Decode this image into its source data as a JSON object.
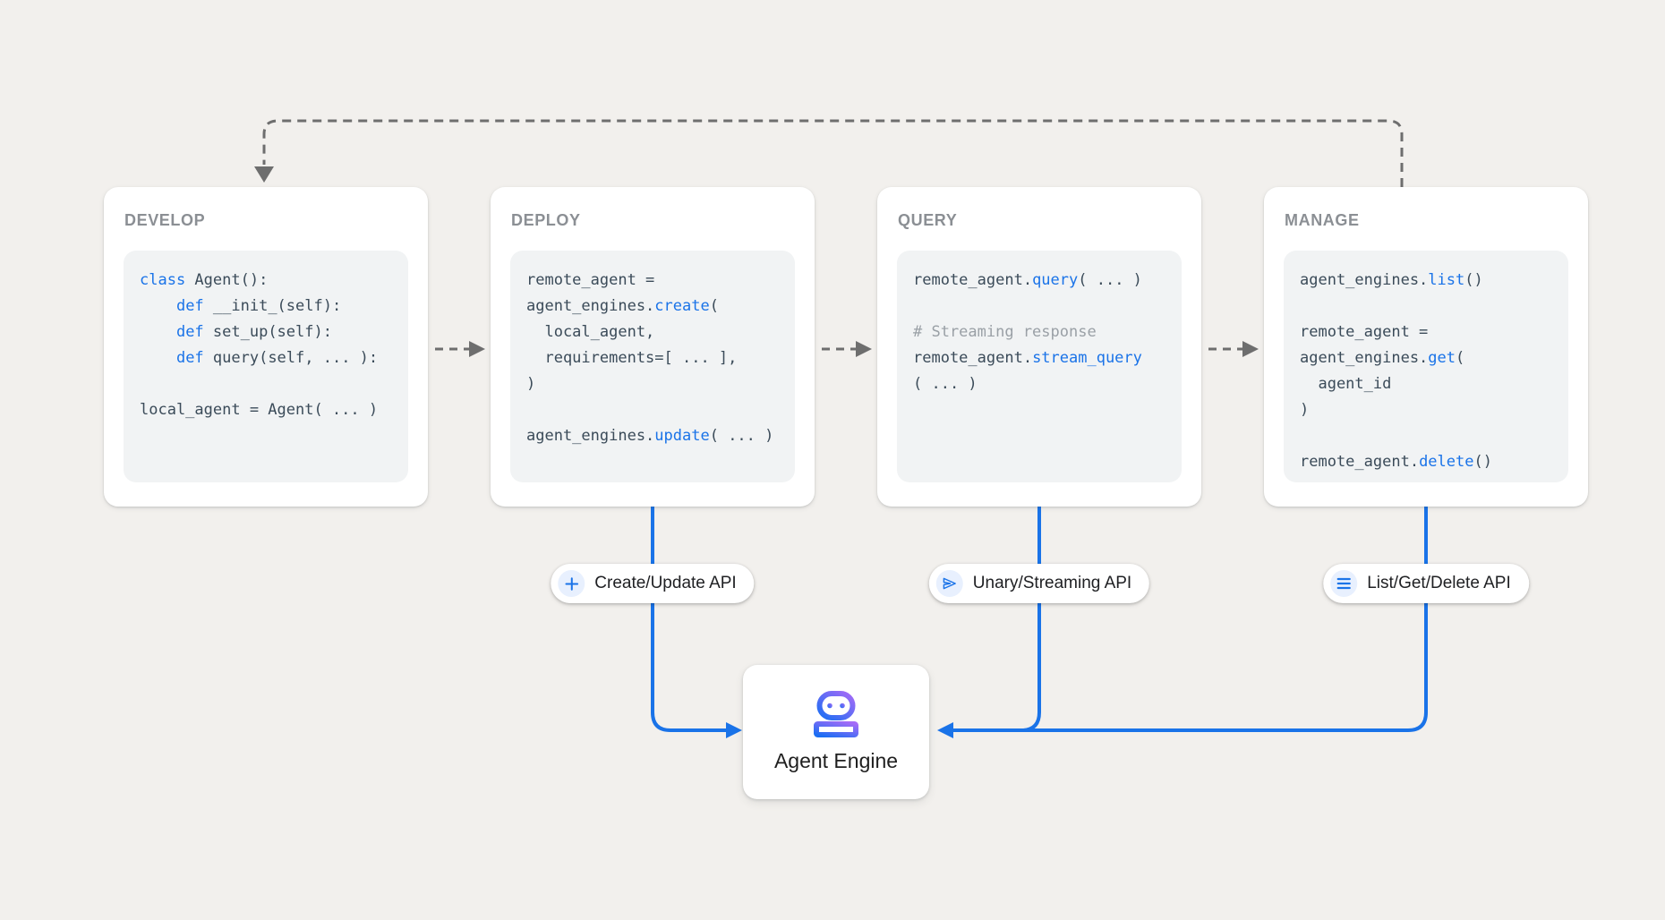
{
  "colors": {
    "background": "#F2F0ED",
    "accent_blue": "#1A73E8",
    "code_text": "#3B4B59",
    "comment_gray": "#9AA0A6",
    "title_gray": "#8B8F94",
    "dashed_gray": "#6E6E6E",
    "robot_gradient_start": "#A56BF7",
    "robot_gradient_end": "#1B6EF3",
    "code_block_bg": "#F1F3F4"
  },
  "cards": {
    "develop": {
      "title": "DEVELOP",
      "lines": [
        [
          [
            "kw",
            "class"
          ],
          [
            "pl",
            " Agent():"
          ]
        ],
        [
          [
            "pl",
            "    "
          ],
          [
            "kw",
            "def"
          ],
          [
            "pl",
            " __init_(self):"
          ]
        ],
        [
          [
            "pl",
            "    "
          ],
          [
            "kw",
            "def"
          ],
          [
            "pl",
            " set_up(self):"
          ]
        ],
        [
          [
            "pl",
            "    "
          ],
          [
            "kw",
            "def"
          ],
          [
            "pl",
            " query(self, ... ):"
          ]
        ],
        [],
        [
          [
            "pl",
            "local_agent = Agent( ... )"
          ]
        ]
      ]
    },
    "deploy": {
      "title": "DEPLOY",
      "lines": [
        [
          [
            "pl",
            "remote_agent ="
          ]
        ],
        [
          [
            "pl",
            "agent_engines."
          ],
          [
            "fn",
            "create"
          ],
          [
            "pl",
            "("
          ]
        ],
        [
          [
            "pl",
            "  local_agent,"
          ]
        ],
        [
          [
            "pl",
            "  requirements=[ ... ],"
          ]
        ],
        [
          [
            "pl",
            ")"
          ]
        ],
        [],
        [
          [
            "pl",
            "agent_engines."
          ],
          [
            "fn",
            "update"
          ],
          [
            "pl",
            "( ... )"
          ]
        ]
      ]
    },
    "query": {
      "title": "QUERY",
      "lines": [
        [
          [
            "pl",
            "remote_agent."
          ],
          [
            "fn",
            "query"
          ],
          [
            "pl",
            "( ... )"
          ]
        ],
        [],
        [
          [
            "cm",
            "# Streaming response"
          ]
        ],
        [
          [
            "pl",
            "remote_agent."
          ],
          [
            "fn",
            "stream_query"
          ]
        ],
        [
          [
            "pl",
            "( ... )"
          ]
        ]
      ]
    },
    "manage": {
      "title": "MANAGE",
      "lines": [
        [
          [
            "pl",
            "agent_engines."
          ],
          [
            "fn",
            "list"
          ],
          [
            "pl",
            "()"
          ]
        ],
        [],
        [
          [
            "pl",
            "remote_agent ="
          ]
        ],
        [
          [
            "pl",
            "agent_engines."
          ],
          [
            "fn",
            "get"
          ],
          [
            "pl",
            "("
          ]
        ],
        [
          [
            "pl",
            "  agent_id"
          ]
        ],
        [
          [
            "pl",
            ")"
          ]
        ],
        [],
        [
          [
            "pl",
            "remote_agent."
          ],
          [
            "fn",
            "delete"
          ],
          [
            "pl",
            "()"
          ]
        ]
      ]
    }
  },
  "pills": [
    {
      "icon": "plus-icon",
      "label": "Create/Update API"
    },
    {
      "icon": "send-icon",
      "label": "Unary/Streaming API"
    },
    {
      "icon": "list-icon",
      "label": "List/Get/Delete API"
    }
  ],
  "engine": {
    "icon": "robot-icon",
    "label": "Agent Engine"
  }
}
